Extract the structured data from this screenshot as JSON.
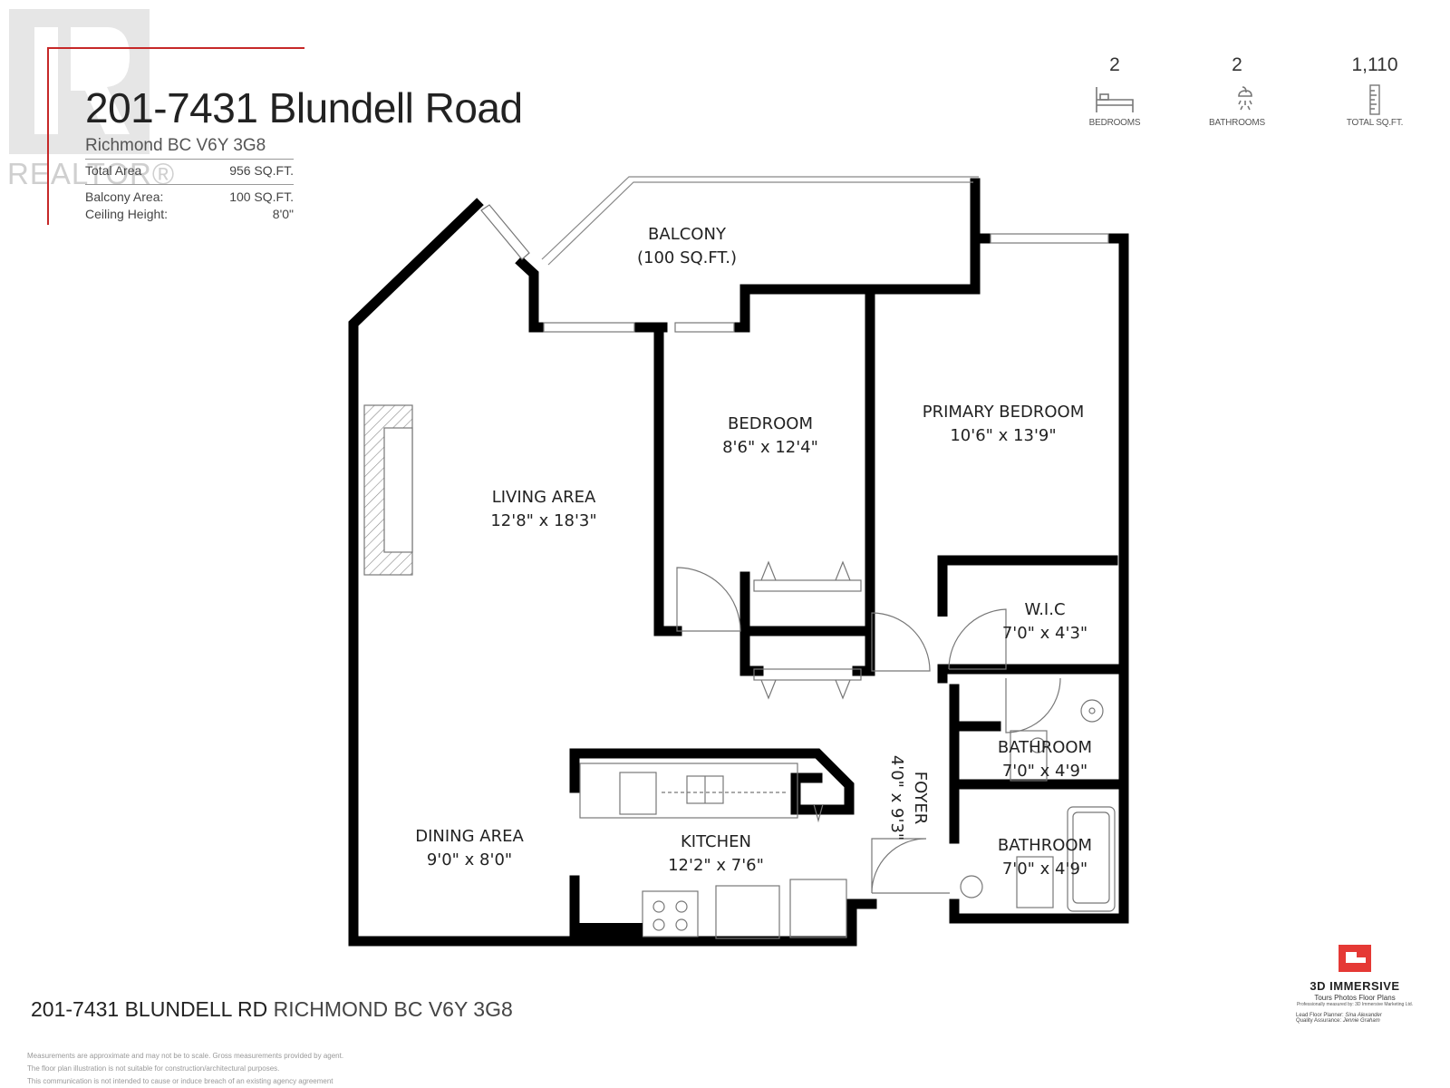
{
  "header": {
    "title": "201-7431 Blundell Road",
    "subtitle": "Richmond BC V6Y 3G8",
    "total_area_label": "Total Area",
    "total_area_value": "956  SQ.FT.",
    "balcony_area_label": "Balcony Area:",
    "balcony_area_value": "100 SQ.FT.",
    "ceiling_label": "Ceiling Height:",
    "ceiling_value": "8'0\"",
    "realtor_logo_text": "REALTOR®"
  },
  "stats": [
    {
      "value": "2",
      "label": "BEDROOMS",
      "icon": "bed-icon"
    },
    {
      "value": "2",
      "label": "BATHROOMS",
      "icon": "shower-icon"
    },
    {
      "value": "1,110",
      "label": "TOTAL SQ.FT.",
      "icon": "ruler-icon"
    }
  ],
  "rooms": {
    "balcony": {
      "name": "BALCONY",
      "size": "(100 SQ.FT.)"
    },
    "bedroom": {
      "name": "BEDROOM",
      "size": "8'6\" x 12'4\""
    },
    "primary_bedroom": {
      "name": "PRIMARY BEDROOM",
      "size": "10'6\" x 13'9\""
    },
    "living_area": {
      "name": "LIVING AREA",
      "size": "12'8\" x 18'3\""
    },
    "wic": {
      "name": "W.I.C",
      "size": "7'0\" x 4'3\""
    },
    "bathroom_1": {
      "name": "BATHROOM",
      "size": "7'0\" x 4'9\""
    },
    "bathroom_2": {
      "name": "BATHROOM",
      "size": "7'0\" x 4'9\""
    },
    "foyer": {
      "name": "FOYER",
      "size": "4'0\" x 9'3\""
    },
    "dining_area": {
      "name": "DINING AREA",
      "size": "9'0\" x 8'0\""
    },
    "kitchen": {
      "name": "KITCHEN",
      "size": "12'2\" x 7'6\""
    }
  },
  "footer": {
    "address_bold": "201-7431 BLUNDELL RD",
    "address_city": "RICHMOND BC V6Y 3G8",
    "disclaimer": [
      "Measurements are approximate and may not be to scale. Gross measurements provided by agent.",
      "The floor plan illustration is not suitable for construction/architectural purposes.",
      "This communication is not intended to cause or induce breach of an existing agency agreement"
    ]
  },
  "brand": {
    "name": "3D IMMERSIVE",
    "tagline": "Tours  Photos  Floor Plans",
    "measured_by": "Professionally measured by: 3D Immersive Marketing Ltd.",
    "lead_planner_label": "Lead Floor Planner:",
    "lead_planner_signature": "Sina Alexander",
    "quality_label": "Quality Assurance:",
    "quality_signature": "Jennie Graham",
    "accent_color": "#e53935"
  }
}
